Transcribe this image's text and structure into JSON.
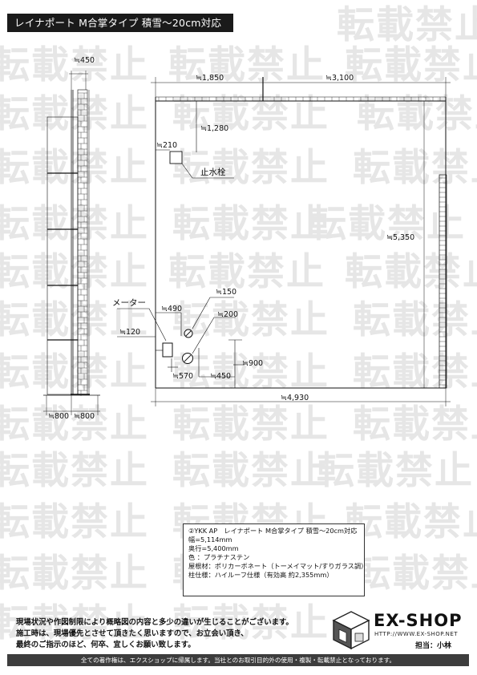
{
  "header": {
    "title": "レイナポート M合掌タイプ 積雪～20cm対応"
  },
  "watermark": {
    "text": "転載禁止"
  },
  "dimensions": {
    "side_depth": "≒450",
    "top_left": "≒1,850",
    "top_right": "≒3,100",
    "faucet_offset_y": "≒1,280",
    "faucet_offset_x": "≒210",
    "right_height": "≒5,350",
    "drain_a": "≒150",
    "drain_b": "≒200",
    "meter_offset": "≒490",
    "meter_height": "≒120",
    "drain_x": "≒570",
    "drain_gap": "≒450",
    "drain_height": "≒900",
    "bottom_width": "≒4,930",
    "side_bottom_a": "≒800",
    "side_bottom_b": "≒800"
  },
  "labels": {
    "faucet": "止水栓",
    "meter": "メーター"
  },
  "spec": {
    "lines": [
      "②YKK AP　レイナポート M合掌タイプ 積雪～20cm対応",
      "幅=5,114mm",
      "奥行=5,400mm",
      "色 ：プラチナステン",
      "屋根材：ポリカーボネート（トーメイマット/すりガラス調）",
      "柱仕様：ハイルーフ仕様（有効高 約2,355mm）"
    ]
  },
  "notice": {
    "lines": [
      "現場状況や作図制限により概略図の内容と多少の違いが生じることがございます。",
      "施工時は、現場優先とさせて頂きたく思いますので、お立会い頂き、",
      "最終のご指示のほど、何卒、宜しくお願い致します。"
    ]
  },
  "brand": {
    "name": "EX-SHOP",
    "url": "HTTP://WWW.EX-SHOP.NET",
    "staff": "担当：小林"
  },
  "footer": {
    "text": "全ての著作権は、エクスショップに帰属します。当社とのお取引目的外の使用・複製・転載禁止となっております。"
  }
}
